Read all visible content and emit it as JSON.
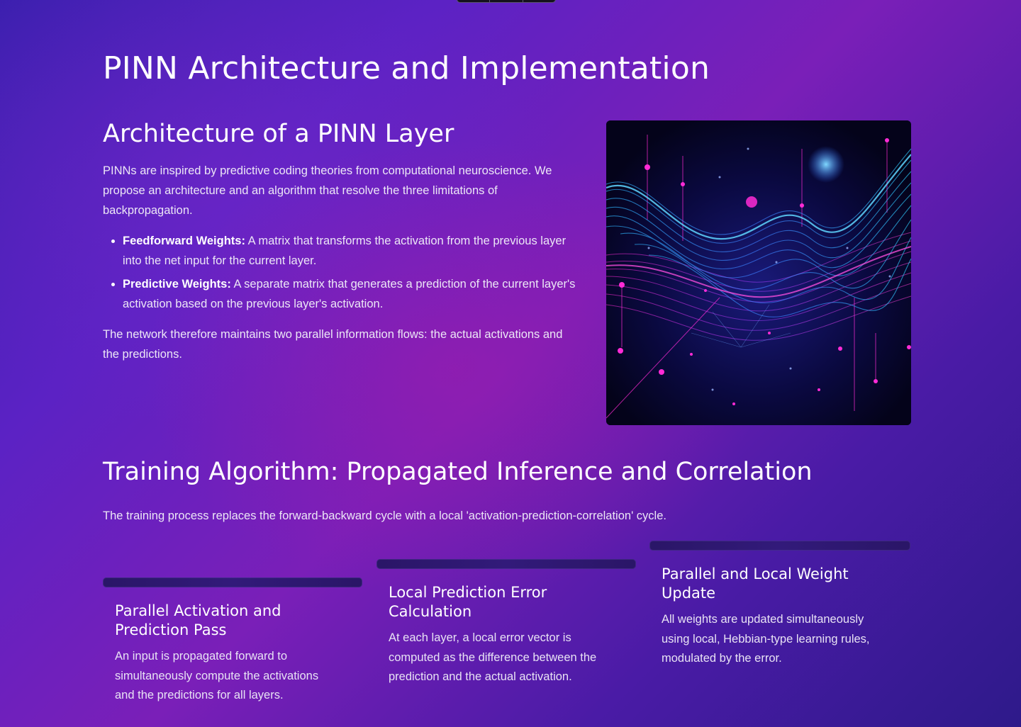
{
  "page": {
    "title": "PINN Architecture and Implementation"
  },
  "architecture": {
    "title": "Architecture of a PINN Layer",
    "intro": "PINNs are inspired by predictive coding theories from computational neuroscience. We propose an architecture and an algorithm that resolve the three limitations of backpropagation.",
    "bullets": [
      {
        "term": "Feedforward Weights:",
        "text": " A matrix that transforms the activation from the previous layer into the net input for the current layer."
      },
      {
        "term": "Predictive Weights:",
        "text": " A separate matrix that generates a prediction of the current layer's activation based on the previous layer's activation."
      }
    ],
    "outro": "The network therefore maintains two parallel information flows: the actual activations and the predictions.",
    "image_icon": "abstract-neural-wave-illustration"
  },
  "training": {
    "title": "Training Algorithm: Propagated Inference and Correlation",
    "intro": "The training process replaces the forward-backward cycle with a local 'activation-prediction-correlation' cycle.",
    "steps": [
      {
        "title": "Parallel Activation and Prediction Pass",
        "desc": "An input is propagated forward to simultaneously compute the activations and the predictions for all layers."
      },
      {
        "title": "Local Prediction Error Calculation",
        "desc": "At each layer, a local error vector is computed as the difference between the prediction and the actual activation."
      },
      {
        "title": "Parallel and Local Weight Update",
        "desc": "All weights are updated simultaneously using local, Hebbian-type learning rules, modulated by the error."
      }
    ]
  },
  "colors": {
    "background_start": "#3a1fae",
    "background_mid": "#7a1fb8",
    "accent_magenta": "#ff2bd6",
    "accent_cyan": "#28c8ff",
    "step_bar": "#2a1667"
  }
}
